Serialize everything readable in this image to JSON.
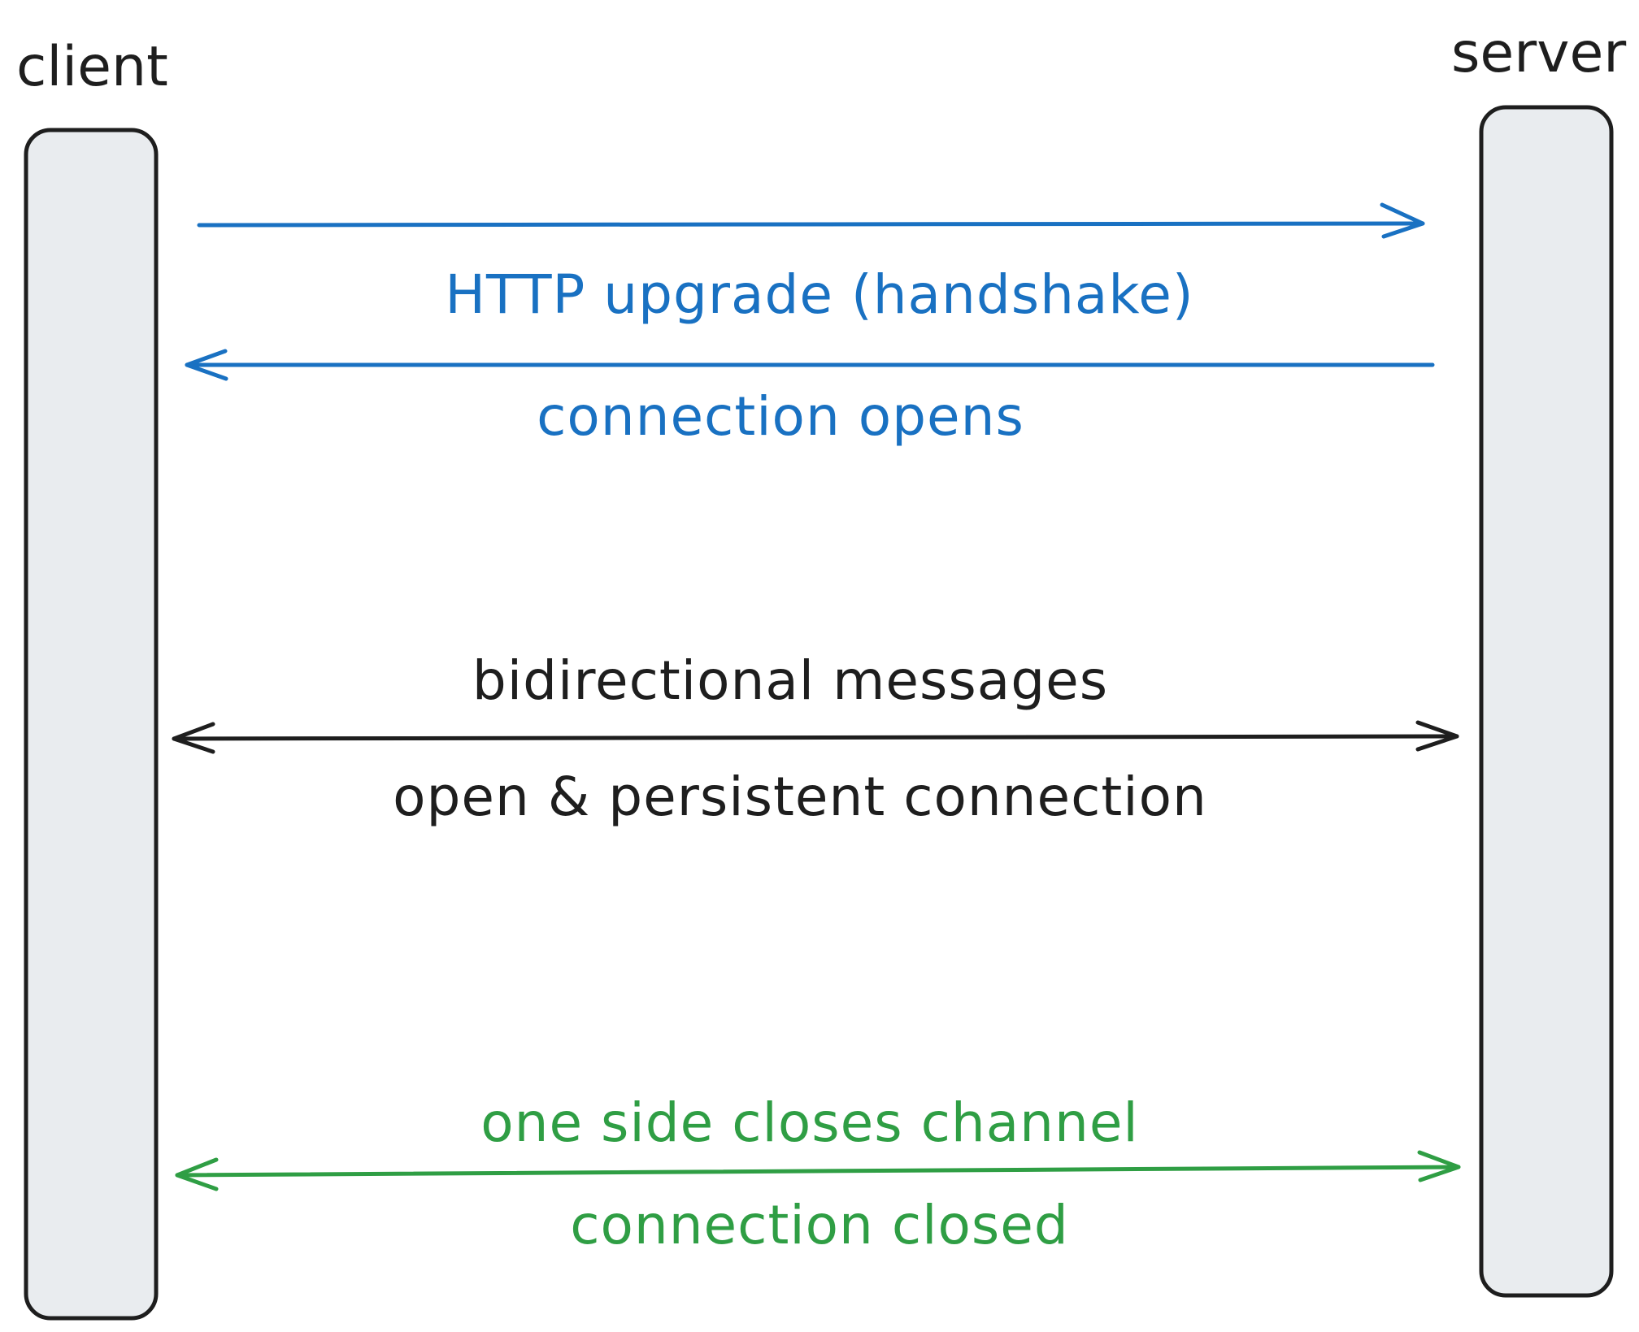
{
  "actors": {
    "client": "client",
    "server": "server"
  },
  "messages": [
    {
      "id": "handshake",
      "direction": "client-to-server",
      "color": "#1971c2",
      "label_above": "",
      "label_below": "HTTP upgrade (handshake)"
    },
    {
      "id": "open",
      "direction": "server-to-client",
      "color": "#1971c2",
      "label_above": "",
      "label_below": "connection opens"
    },
    {
      "id": "bidirectional",
      "direction": "both",
      "color": "#1e1e1e",
      "label_above": "bidirectional messages",
      "label_below": "open & persistent connection"
    },
    {
      "id": "close",
      "direction": "both",
      "color": "#2f9e44",
      "label_above": "one side closes channel",
      "label_below": "connection closed"
    }
  ],
  "colors": {
    "blue": "#1971c2",
    "black": "#1e1e1e",
    "green": "#2f9e44",
    "lifeline_fill": "#e9ecef"
  }
}
